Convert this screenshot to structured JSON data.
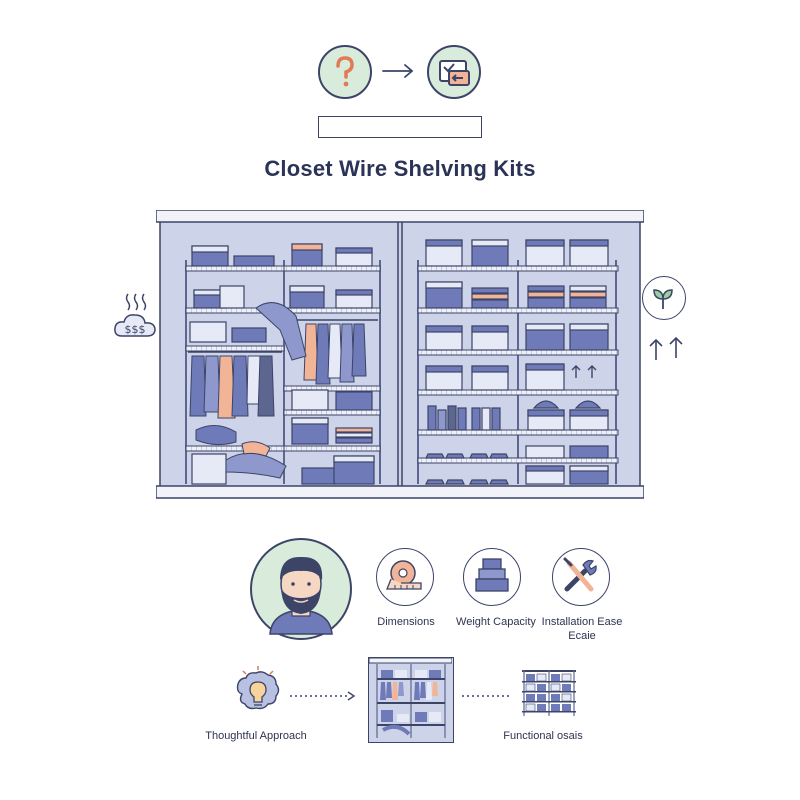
{
  "header": {
    "title": "Closet Wire Shelving Kits",
    "question_icon": "question-mark-icon",
    "arrow_icon": "arrow-right-icon",
    "organize_icon": "organize-swap-icon",
    "title_box_text": ""
  },
  "side_icons": {
    "left": "cost-money-cloud-icon",
    "right_top": "growth-leaf-icon",
    "right_bottom": "up-arrows-icon"
  },
  "criteria": {
    "person_icon": "bearded-man-avatar-icon",
    "items": [
      {
        "label": "Dimensions",
        "icon": "tape-measure-icon"
      },
      {
        "label": "Weight Capacity",
        "icon": "stacked-boxes-icon"
      },
      {
        "label": "Installation Ease",
        "sublabel": "Ecaie",
        "icon": "wrench-screwdriver-icon"
      }
    ]
  },
  "flow": {
    "start_label": "Thoughtful Approach",
    "end_label": "Functional osais",
    "start_icon": "brain-lightbulb-icon",
    "end_icon": "organized-shelves-icon"
  },
  "colors": {
    "accent_green": "#d9ecdc",
    "navy": "#3c4468",
    "closet_bg": "#cdd4ea",
    "box_blue": "#6f7ab8",
    "box_light": "#e6e9f6",
    "peach": "#f2b497"
  }
}
